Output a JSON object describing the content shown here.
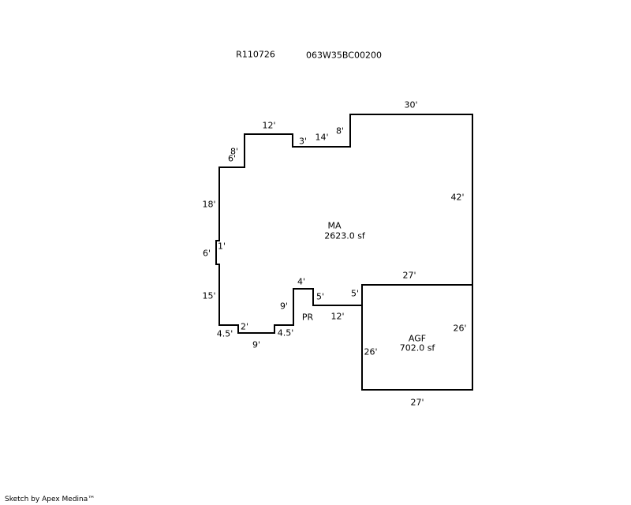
{
  "header": {
    "parcel_id": "R110726",
    "map_number": "063W35BC00200"
  },
  "areas": {
    "ma": {
      "code": "MA",
      "size": "2623.0 sf"
    },
    "agf": {
      "code": "AGF",
      "size": "702.0 sf"
    },
    "pr": {
      "code": "PR"
    }
  },
  "dimensions": [
    "30'",
    "42'",
    "27'",
    "5'",
    "12'",
    "5'",
    "4'",
    "9'",
    "4.5'",
    "9'",
    "2'",
    "4.5'",
    "15'",
    "6'",
    "1'",
    "18'",
    "6'",
    "8'",
    "12'",
    "3'",
    "14'",
    "8'",
    "27'",
    "26'",
    "26'",
    "27'"
  ],
  "footer": "Sketch by Apex Medina™"
}
